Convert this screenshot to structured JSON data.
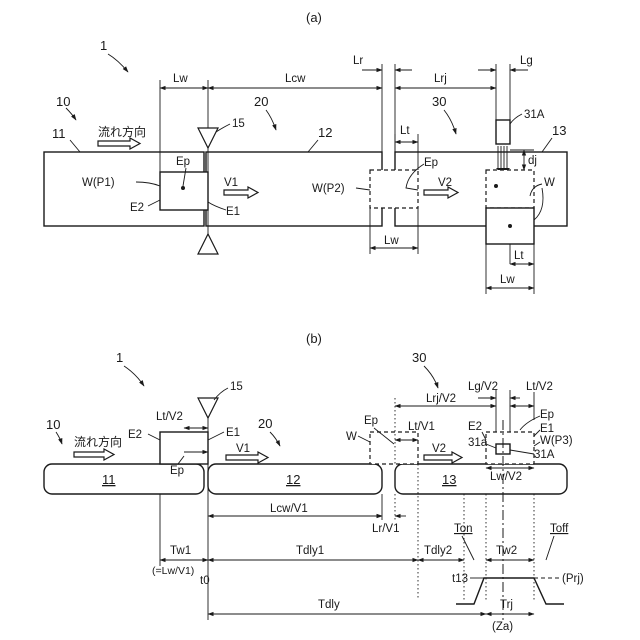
{
  "panel_a": {
    "caption": "(a)",
    "device_ref": "1",
    "flow_label": "流れ方向",
    "upstream_ref": "10",
    "middle_ref": "20",
    "downstream_ref": "30",
    "conveyor_11": "11",
    "conveyor_12": "12",
    "conveyor_13": "13",
    "sensor_ref": "15",
    "valve_ref": "31A",
    "dim_Lw": "Lw",
    "dim_Lcw": "Lcw",
    "dim_Lr": "Lr",
    "dim_Lrj": "Lrj",
    "dim_Lg": "Lg",
    "dim_Lt": "Lt",
    "dim_dj": "dj",
    "workpiece_p1": "W(P1)",
    "workpiece_p2": "W(P2)",
    "workpiece_w": "W",
    "edge_ep": "Ep",
    "edge_e1": "E1",
    "edge_e2": "E2",
    "speed_v1": "V1",
    "speed_v2": "V2"
  },
  "panel_b": {
    "caption": "(b)",
    "device_ref": "1",
    "flow_label": "流れ方向",
    "upstream_ref": "10",
    "middle_ref": "20",
    "downstream_ref": "30",
    "conveyor_11": "11",
    "conveyor_12": "12",
    "conveyor_13": "13",
    "sensor_ref": "15",
    "valve_ref": "31A",
    "label_31a": "31a",
    "dim_Lt_V2": "Lt/V2",
    "dim_Lt_V1": "Lt/V1",
    "dim_Lrj_V2": "Lrj/V2",
    "dim_Lg_V2": "Lg/V2",
    "dim_Lt_V2_right": "Lt/V2",
    "dim_Lw_V2": "Lw/V2",
    "dim_Lcw_V1": "Lcw/V1",
    "dim_Lr_V1": "Lr/V1",
    "time_Tw1": "Tw1",
    "time_Tw1_eq": "(=Lw/V1)",
    "time_Tdly1": "Tdly1",
    "time_Tdly2": "Tdly2",
    "time_Tw2": "Tw2",
    "time_Tdly": "Tdly",
    "time_t0": "t0",
    "time_t13": "t13",
    "time_Ton": "Ton",
    "time_Toff": "Toff",
    "time_Trj": "Trj",
    "time_Za": "(Za)",
    "time_Prj": "(Prj)",
    "workpiece_w": "W",
    "workpiece_p3": "W(P3)",
    "edge_ep": "Ep",
    "edge_ep2": "Ep",
    "edge_e1": "E1",
    "edge_e1b": "E1",
    "edge_e2": "E2",
    "edge_e2b": "E2",
    "speed_v1": "V1",
    "speed_v2": "V2"
  },
  "colors": {
    "ink": "#1a1a1a",
    "paper": "#ffffff"
  },
  "icons": [
    "block-arrow-icon",
    "triangle-sensor-icon",
    "air-jet-icon"
  ]
}
